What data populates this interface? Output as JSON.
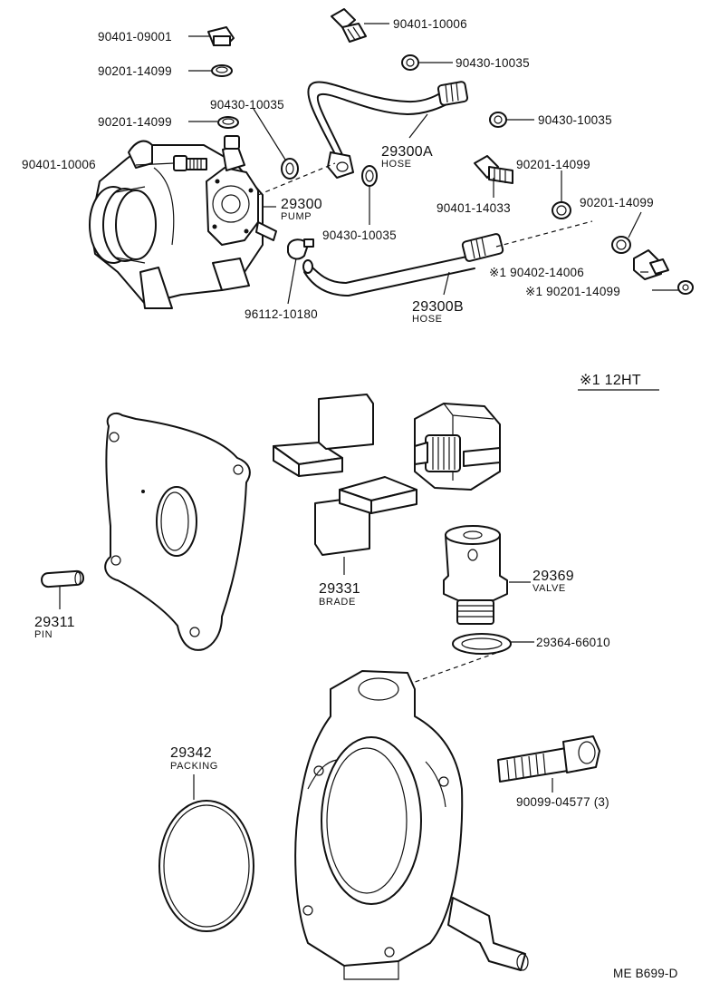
{
  "diagram": {
    "callouts": [
      {
        "id": "c1",
        "text": "90401-09001"
      },
      {
        "id": "c2",
        "text": "90201-14099"
      },
      {
        "id": "c3",
        "text": "90430-10035"
      },
      {
        "id": "c4",
        "text": "90201-14099"
      },
      {
        "id": "c5",
        "text": "90401-10006"
      },
      {
        "id": "c6",
        "text": "90401-10006"
      },
      {
        "id": "c7",
        "text": "90430-10035"
      },
      {
        "id": "c8",
        "text": "90430-10035"
      },
      {
        "id": "c9",
        "text": "90201-14099"
      },
      {
        "id": "c10",
        "text": "90401-14033"
      },
      {
        "id": "c11",
        "text": "90201-14099"
      },
      {
        "id": "c12",
        "text": "90430-10035"
      },
      {
        "id": "c13",
        "text": "96112-10180"
      },
      {
        "id": "c14",
        "text": "※1 90402-14006"
      },
      {
        "id": "c15",
        "text": "※1 90201-14099"
      },
      {
        "id": "c16",
        "text": "29369"
      },
      {
        "id": "c17",
        "text": "29364-66010"
      },
      {
        "id": "c18",
        "text": "90099-04577 (3)"
      }
    ],
    "named_parts": [
      {
        "id": "n1",
        "number": "29300A",
        "name": "HOSE"
      },
      {
        "id": "n2",
        "number": "29300",
        "name": "PUMP"
      },
      {
        "id": "n3",
        "number": "29300B",
        "name": "HOSE"
      },
      {
        "id": "n4",
        "number": "29331",
        "name": "BRADE"
      },
      {
        "id": "n5",
        "number": "29311",
        "name": "PIN"
      },
      {
        "id": "n6",
        "number": "29342",
        "name": "PACKING"
      }
    ],
    "valve_name": "VALVE",
    "note": "※1 12HT",
    "figure_code": "ME B699-D"
  }
}
